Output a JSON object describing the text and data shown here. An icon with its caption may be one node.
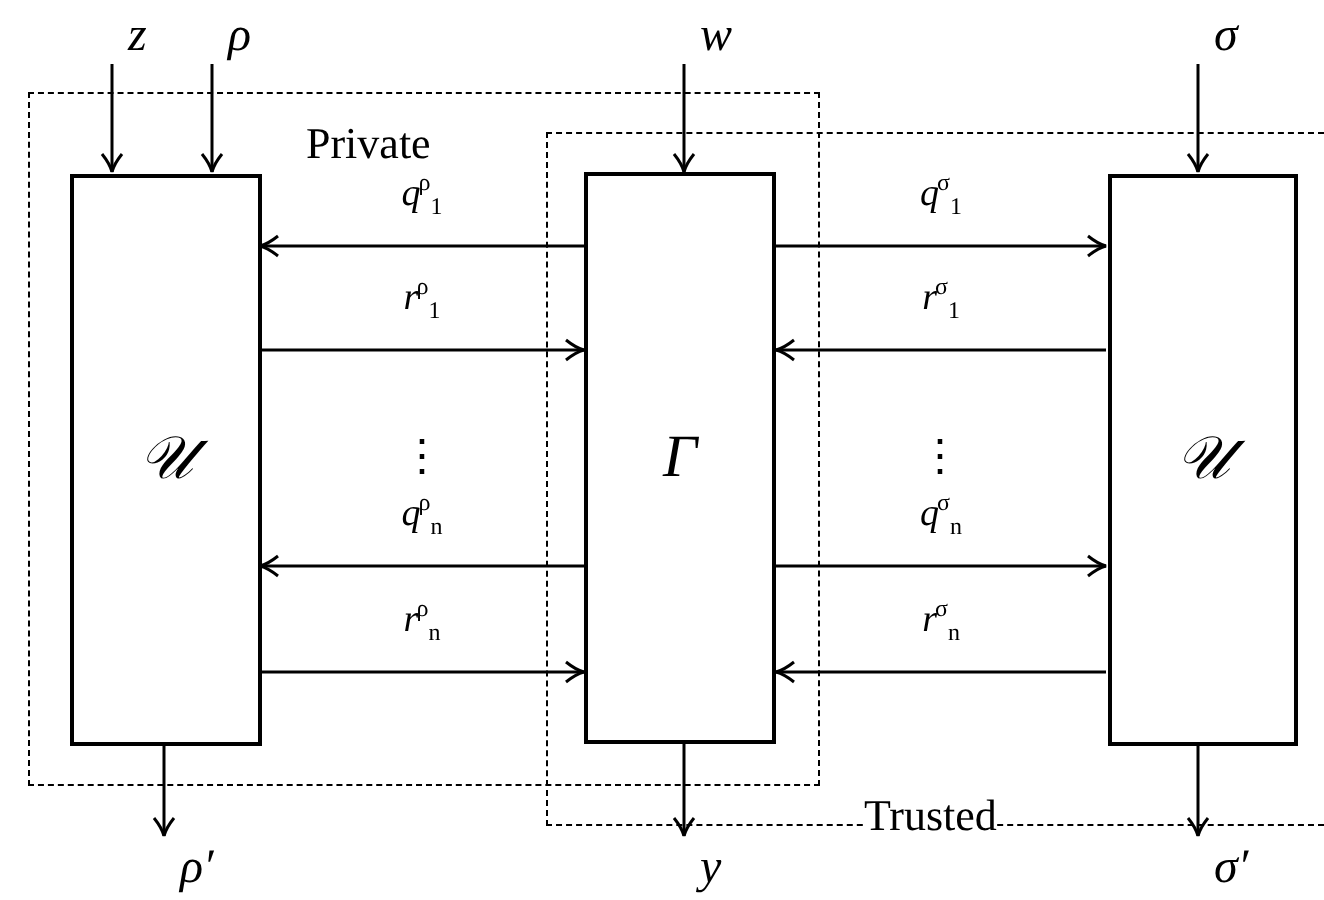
{
  "diagram": {
    "nodes": [
      {
        "text": [
          "Private"
        ]
      },
      {
        "text": [
          "Trusted"
        ]
      },
      {
        "text": [
          "z"
        ]
      },
      {
        "text": [
          "ρ"
        ]
      },
      {
        "text": [
          "w"
        ]
      },
      {
        "text": [
          "σ"
        ]
      },
      {
        "text": [
          "𝒰"
        ],
        "in": 0
      },
      {
        "text": [
          "Γ"
        ]
      },
      {
        "text": [
          "𝒰"
        ],
        "in": 1
      },
      {
        "text": [
          "ρ′"
        ]
      },
      {
        "text": [
          "y"
        ]
      },
      {
        "text": [
          "σ′"
        ]
      }
    ],
    "edges": [
      {
        "from": 2,
        "to": 6,
        "arrow": "to"
      },
      {
        "from": 3,
        "to": 6,
        "arrow": "to"
      },
      {
        "from": 4,
        "to": 7,
        "arrow": "to"
      },
      {
        "from": 5,
        "to": 8,
        "arrow": "to"
      },
      {
        "from": 7,
        "to": 6,
        "arrow": "to",
        "label": "*q*$^{ρ}$$_{1}$"
      },
      {
        "from": 6,
        "to": 7,
        "arrow": "to",
        "label": "*r*$^{ρ}$$_{1}$"
      },
      {
        "from": 7,
        "to": 6,
        "arrow": "to",
        "label": "*q*$^{ρ}$$_{n}$"
      },
      {
        "from": 6,
        "to": 7,
        "arrow": "to",
        "label": "*r*$^{ρ}$$_{n}$"
      },
      {
        "from": 7,
        "to": 8,
        "arrow": "to",
        "label": "*q*$^{σ}$$_{1}$"
      },
      {
        "from": 8,
        "to": 7,
        "arrow": "to",
        "label": "*r*$^{σ}$$_{1}$"
      },
      {
        "from": 7,
        "to": 8,
        "arrow": "to",
        "label": "*q*$^{σ}$$_{n}$"
      },
      {
        "from": 8,
        "to": 7,
        "arrow": "to",
        "label": "*r*$^{σ}$$_{n}$"
      },
      {
        "from": 6,
        "to": 9,
        "arrow": "to"
      },
      {
        "from": 7,
        "to": 10,
        "arrow": "to"
      },
      {
        "from": 8,
        "to": 11,
        "arrow": "to"
      }
    ],
    "labels": [
      "⋮",
      "⋮"
    ]
  }
}
